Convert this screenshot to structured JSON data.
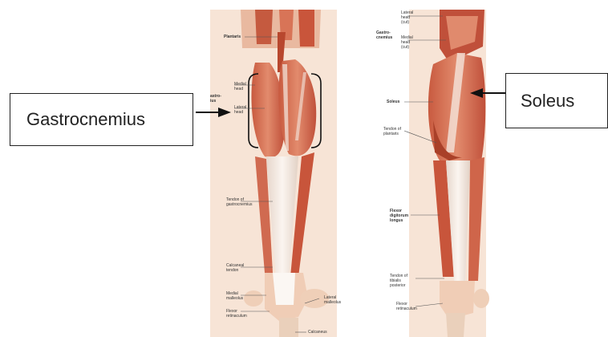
{
  "callouts": {
    "left": "Gastrocnemius",
    "right": "Soleus"
  },
  "posterior_view_labels": {
    "plantaris": "Plantaris",
    "gastro_partial": "astro-\nius",
    "medial_head": "Medial head",
    "lateral_head": "Lateral head",
    "tendon_gastrocnemius": "Tendon of gastrocnemius",
    "calcaneal_tendon": "Calcaneal tendon",
    "medial_malleolus": "Medial malleolus",
    "flexor_retinaculum": "Flexor retinaculum",
    "lateral_malleolus": "Lateral malleolus",
    "calcaneus": "Calcaneus"
  },
  "deep_view_labels": {
    "lateral_head_cut": "Lateral head (cut)",
    "gastrocnemius": "Gastro-\ncnemius",
    "medial_head_cut": "Medial head (cut)",
    "soleus": "Soleus",
    "tendon_plantaris": "Tendon of plantaris",
    "flexor_digitorum_longus": "Flexor digitorum longus",
    "tendon_tibialis_posterior": "Tendon of tibialis posterior",
    "flexor_retinaculum": "Flexor retinaculum"
  },
  "colors": {
    "muscle": "#d9735a",
    "muscle_dark": "#b8472e",
    "tendon": "#f1e6de",
    "skin": "#f3d3bc",
    "background": "#ffffff"
  }
}
